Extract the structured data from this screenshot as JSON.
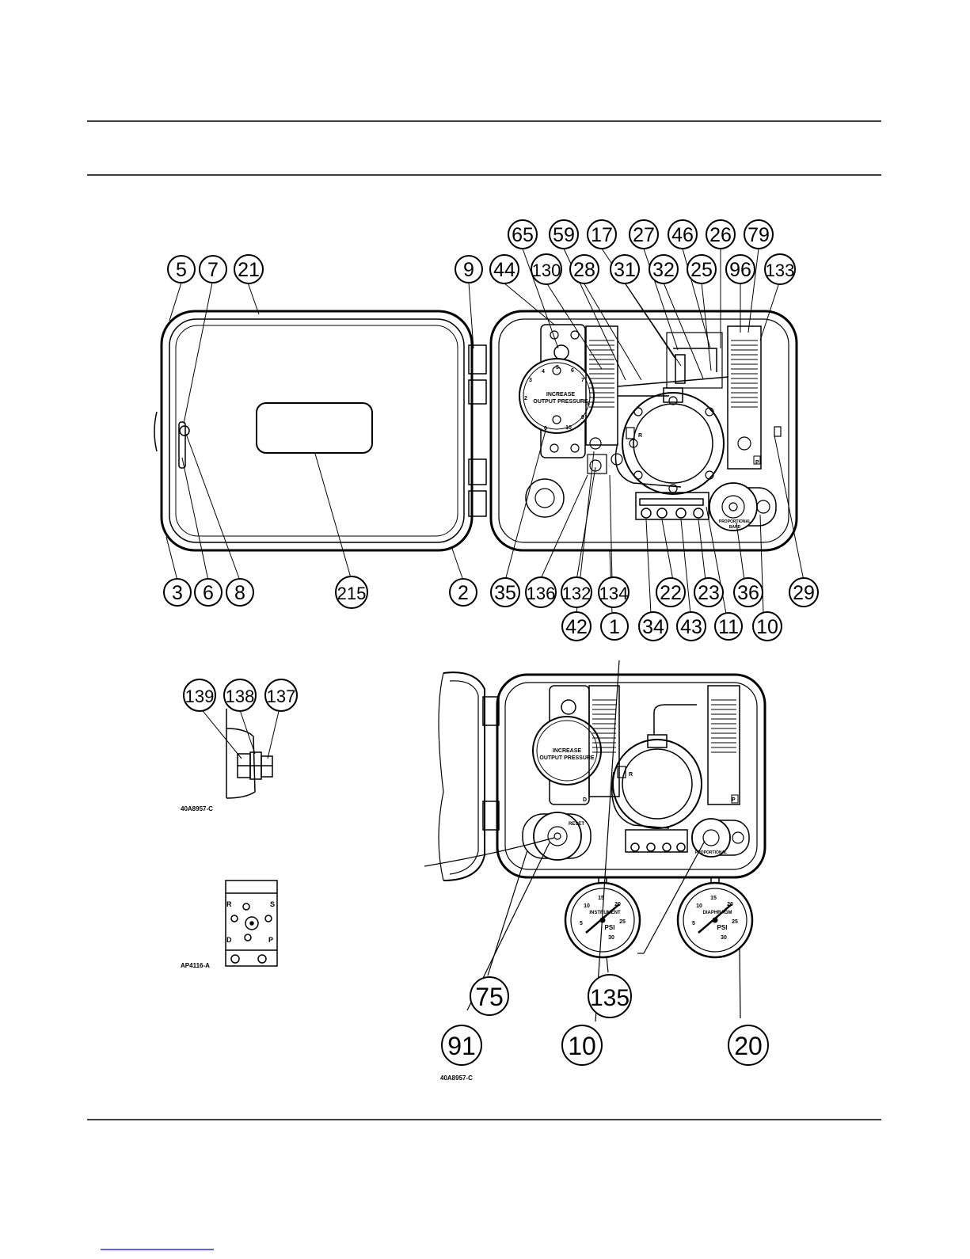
{
  "figure": {
    "callouts_top": {
      "row1": [
        "65",
        "59",
        "17",
        "27",
        "46",
        "26",
        "79"
      ],
      "row2_left": [
        "5",
        "7",
        "21"
      ],
      "row2_right": [
        "9",
        "44",
        "130",
        "28",
        "31",
        "32",
        "25",
        "96",
        "133"
      ],
      "row3_left": [
        "3",
        "6",
        "8",
        "215"
      ],
      "row3_right": [
        "2",
        "35",
        "136",
        "132",
        "134",
        "22",
        "23",
        "36",
        "29"
      ],
      "row4": [
        "42",
        "1",
        "34",
        "43",
        "11",
        "10"
      ]
    },
    "callouts_detail": [
      "139",
      "138",
      "137"
    ],
    "callouts_bottom": [
      "75",
      "135",
      "91",
      "10",
      "20"
    ],
    "dial_text": {
      "increase": "INCREASE",
      "output_pressure": "OUTPUT PRESSURE",
      "dial_numbers": [
        "0",
        "1",
        "2",
        "3",
        "4",
        "5",
        "6",
        "7",
        "8",
        "9",
        "10"
      ],
      "proportional": "PROPORTIONAL",
      "band": "BAND",
      "reset": "RESET",
      "instrument": "INSTRUMENT",
      "diaphragm": "DIAPHRAGM",
      "psi": "PSI",
      "gauge_numbers": [
        "5",
        "10",
        "15",
        "20",
        "25",
        "30"
      ]
    },
    "port_letters": [
      "R",
      "S",
      "D",
      "P"
    ],
    "drawing_codes": [
      "40A8957-C",
      "AP4116-A",
      "40A8957-C"
    ]
  },
  "colors": {
    "ink": "#000000",
    "paper": "#ffffff",
    "link": "#0000ee"
  }
}
